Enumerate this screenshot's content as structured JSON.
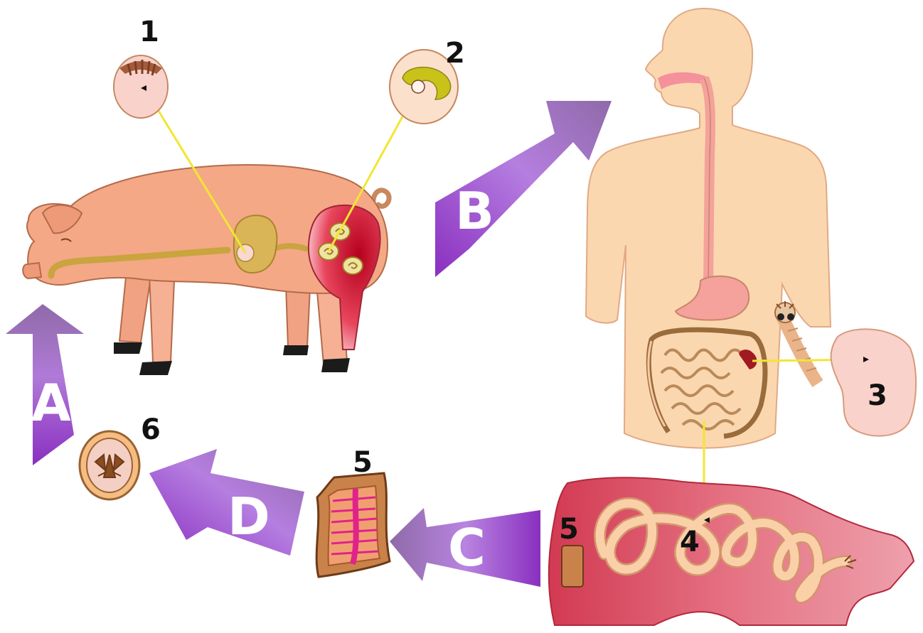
{
  "labels": {
    "stage_1": "1",
    "stage_2": "2",
    "stage_3": "3",
    "stage_4": "4",
    "stage_5_proglottid": "5",
    "stage_5_intestine": "5",
    "stage_6": "6"
  },
  "arrows": {
    "a": "A",
    "b": "B",
    "c": "C",
    "d": "D"
  },
  "colors": {
    "pig_skin": "#f4a886",
    "human_skin": "#fbd7b0",
    "arrow_purple": "#9b59c8",
    "pointer_line": "#f2e632",
    "intestine_red": "#d9445a",
    "tapeworm": "#f9c79a",
    "muscle_red": "#c8102e"
  }
}
